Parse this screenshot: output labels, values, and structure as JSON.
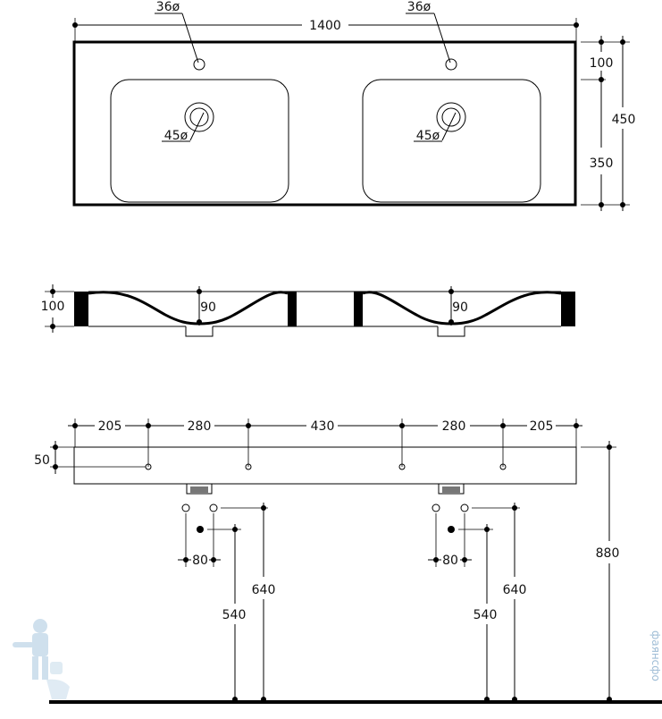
{
  "top_view": {
    "overall_width": "1400",
    "tap_hole_left": "36ø",
    "tap_hole_right": "36ø",
    "drain_left": "45ø",
    "drain_right": "45ø",
    "depth_total": "450",
    "depth_back": "100",
    "depth_bowl": "350"
  },
  "section_view": {
    "height": "100",
    "bowl_depth_left": "90",
    "bowl_depth_right": "90"
  },
  "front_view": {
    "spacing": [
      "205",
      "280",
      "430",
      "280",
      "205"
    ],
    "hole_height": "50",
    "mount_height": "880",
    "left_waste": {
      "trap_spacing": "80",
      "supply_height": "640",
      "waste_height": "540"
    },
    "right_waste": {
      "trap_spacing": "80",
      "supply_height": "640",
      "waste_height": "540"
    }
  },
  "watermark": "фаянсфо"
}
